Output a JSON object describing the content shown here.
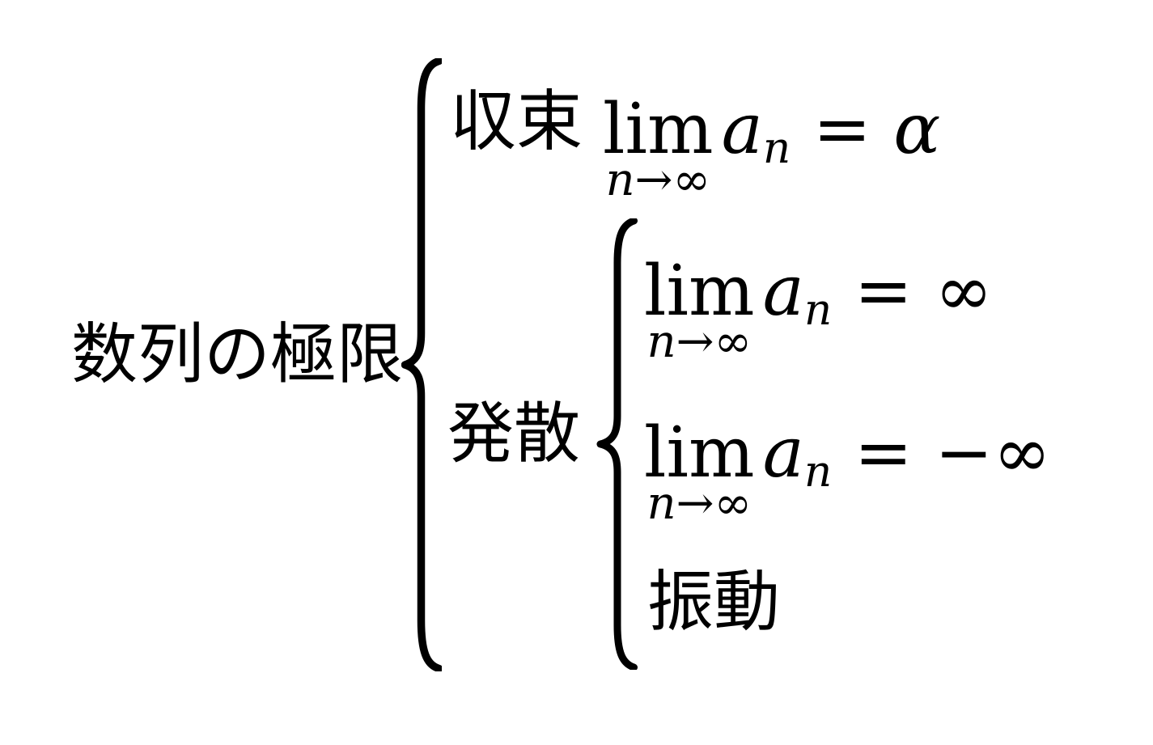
{
  "colors": {
    "background": "#ffffff",
    "ink": "#000000"
  },
  "diagram": {
    "root_label": "数列の極限",
    "convergence": {
      "label": "収束",
      "formula": {
        "lim": "lim",
        "sub": {
          "var": "n",
          "arrow": "→",
          "to": "∞"
        },
        "term": {
          "var": "a",
          "sub": "n"
        },
        "equals": "=",
        "value": "α"
      }
    },
    "divergence": {
      "label": "発散",
      "cases": {
        "to_positive_infinity": {
          "formula": {
            "lim": "lim",
            "sub": {
              "var": "n",
              "arrow": "→",
              "to": "∞"
            },
            "term": {
              "var": "a",
              "sub": "n"
            },
            "equals": "=",
            "value": "∞"
          }
        },
        "to_negative_infinity": {
          "formula": {
            "lim": "lim",
            "sub": {
              "var": "n",
              "arrow": "→",
              "to": "∞"
            },
            "term": {
              "var": "a",
              "sub": "n"
            },
            "equals": "=",
            "value": "−∞"
          }
        },
        "oscillation": {
          "label": "振動"
        }
      }
    }
  }
}
